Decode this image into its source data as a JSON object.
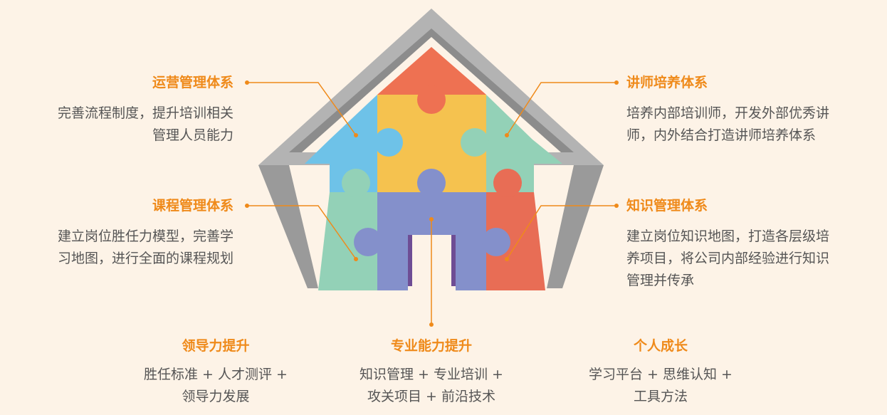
{
  "colors": {
    "accent": "#ef8a1a",
    "roof_light": "#b3b3b3",
    "roof_dark": "#8c8c8c",
    "piece_orange": "#ee7152",
    "piece_yellow": "#f5c24f",
    "piece_blue": "#6ec2e8",
    "piece_mint": "#93d1b7",
    "piece_purple": "#8490cb",
    "piece_coral": "#e86d55"
  },
  "left": [
    {
      "title": "运营管理体系",
      "lines": [
        "完善流程制度，提升培训相关",
        "管理人员能力"
      ]
    },
    {
      "title": "课程管理体系",
      "lines": [
        "建立岗位胜任力模型，完善学",
        "习地图，进行全面的课程规划"
      ]
    }
  ],
  "right": [
    {
      "title": "讲师培养体系",
      "lines": [
        "培养内部培训师，开发外部优秀讲",
        "师，内外结合打造讲师培养体系"
      ]
    },
    {
      "title": "知识管理体系",
      "lines": [
        "建立岗位知识地图，打造各层级培",
        "养项目，将公司内部经验进行知识",
        "管理并传承"
      ]
    }
  ],
  "bottom": [
    {
      "title": "领导力提升",
      "lines": [
        "胜任标准 + 人才测评 +",
        "领导力发展"
      ]
    },
    {
      "title": "专业能力提升",
      "lines": [
        "知识管理 + 专业培训 +",
        "攻关项目 + 前沿技术"
      ]
    },
    {
      "title": "个人成长",
      "lines": [
        "学习平台 + 思维认知 +",
        "工具方法"
      ]
    }
  ]
}
